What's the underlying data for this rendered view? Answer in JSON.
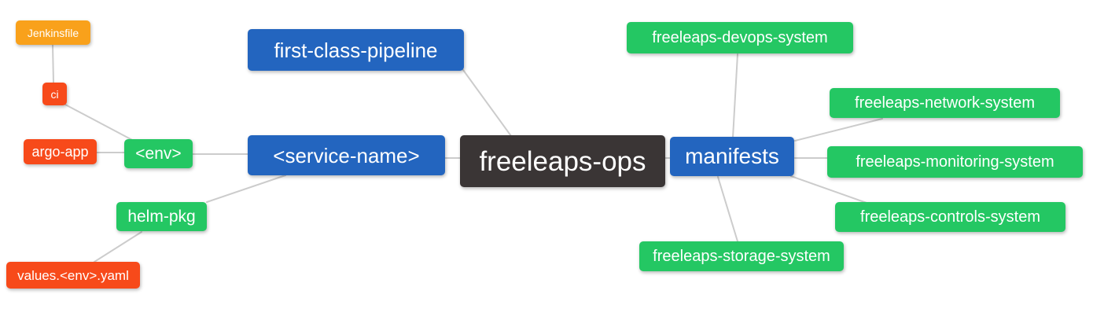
{
  "diagram": {
    "title": "freeleaps-ops mindmap",
    "root": "freeleaps-ops",
    "palette": {
      "orange": "#F9A11B",
      "red": "#F74A1A",
      "green": "#24C763",
      "blue": "#2365BF",
      "dark": "#3A3535",
      "edge": "#CCCCCC"
    },
    "nodes": {
      "jenkinsfile": {
        "label": "Jenkinsfile",
        "color": "orange"
      },
      "ci": {
        "label": "ci",
        "color": "red"
      },
      "argo-app": {
        "label": "argo-app",
        "color": "red"
      },
      "env": {
        "label": "<env>",
        "color": "green"
      },
      "helm-pkg": {
        "label": "helm-pkg",
        "color": "green"
      },
      "values-env-yaml": {
        "label": "values.<env>.yaml",
        "color": "red"
      },
      "first-class-pipeline": {
        "label": "first-class-pipeline",
        "color": "blue"
      },
      "service-name": {
        "label": "<service-name>",
        "color": "blue"
      },
      "freeleaps-ops": {
        "label": "freeleaps-ops",
        "color": "dark"
      },
      "manifests": {
        "label": "manifests",
        "color": "blue"
      },
      "devops-system": {
        "label": "freeleaps-devops-system",
        "color": "green"
      },
      "network-system": {
        "label": "freeleaps-network-system",
        "color": "green"
      },
      "monitoring-system": {
        "label": "freeleaps-monitoring-system",
        "color": "green"
      },
      "controls-system": {
        "label": "freeleaps-controls-system",
        "color": "green"
      },
      "storage-system": {
        "label": "freeleaps-storage-system",
        "color": "green"
      }
    },
    "edges": [
      {
        "from": "jenkinsfile",
        "to": "ci"
      },
      {
        "from": "ci",
        "to": "env"
      },
      {
        "from": "argo-app",
        "to": "env"
      },
      {
        "from": "env",
        "to": "service-name"
      },
      {
        "from": "helm-pkg",
        "to": "service-name"
      },
      {
        "from": "values-env-yaml",
        "to": "helm-pkg"
      },
      {
        "from": "service-name",
        "to": "freeleaps-ops"
      },
      {
        "from": "first-class-pipeline",
        "to": "freeleaps-ops"
      },
      {
        "from": "freeleaps-ops",
        "to": "manifests"
      },
      {
        "from": "manifests",
        "to": "devops-system"
      },
      {
        "from": "manifests",
        "to": "network-system"
      },
      {
        "from": "manifests",
        "to": "monitoring-system"
      },
      {
        "from": "manifests",
        "to": "controls-system"
      },
      {
        "from": "manifests",
        "to": "storage-system"
      }
    ]
  }
}
